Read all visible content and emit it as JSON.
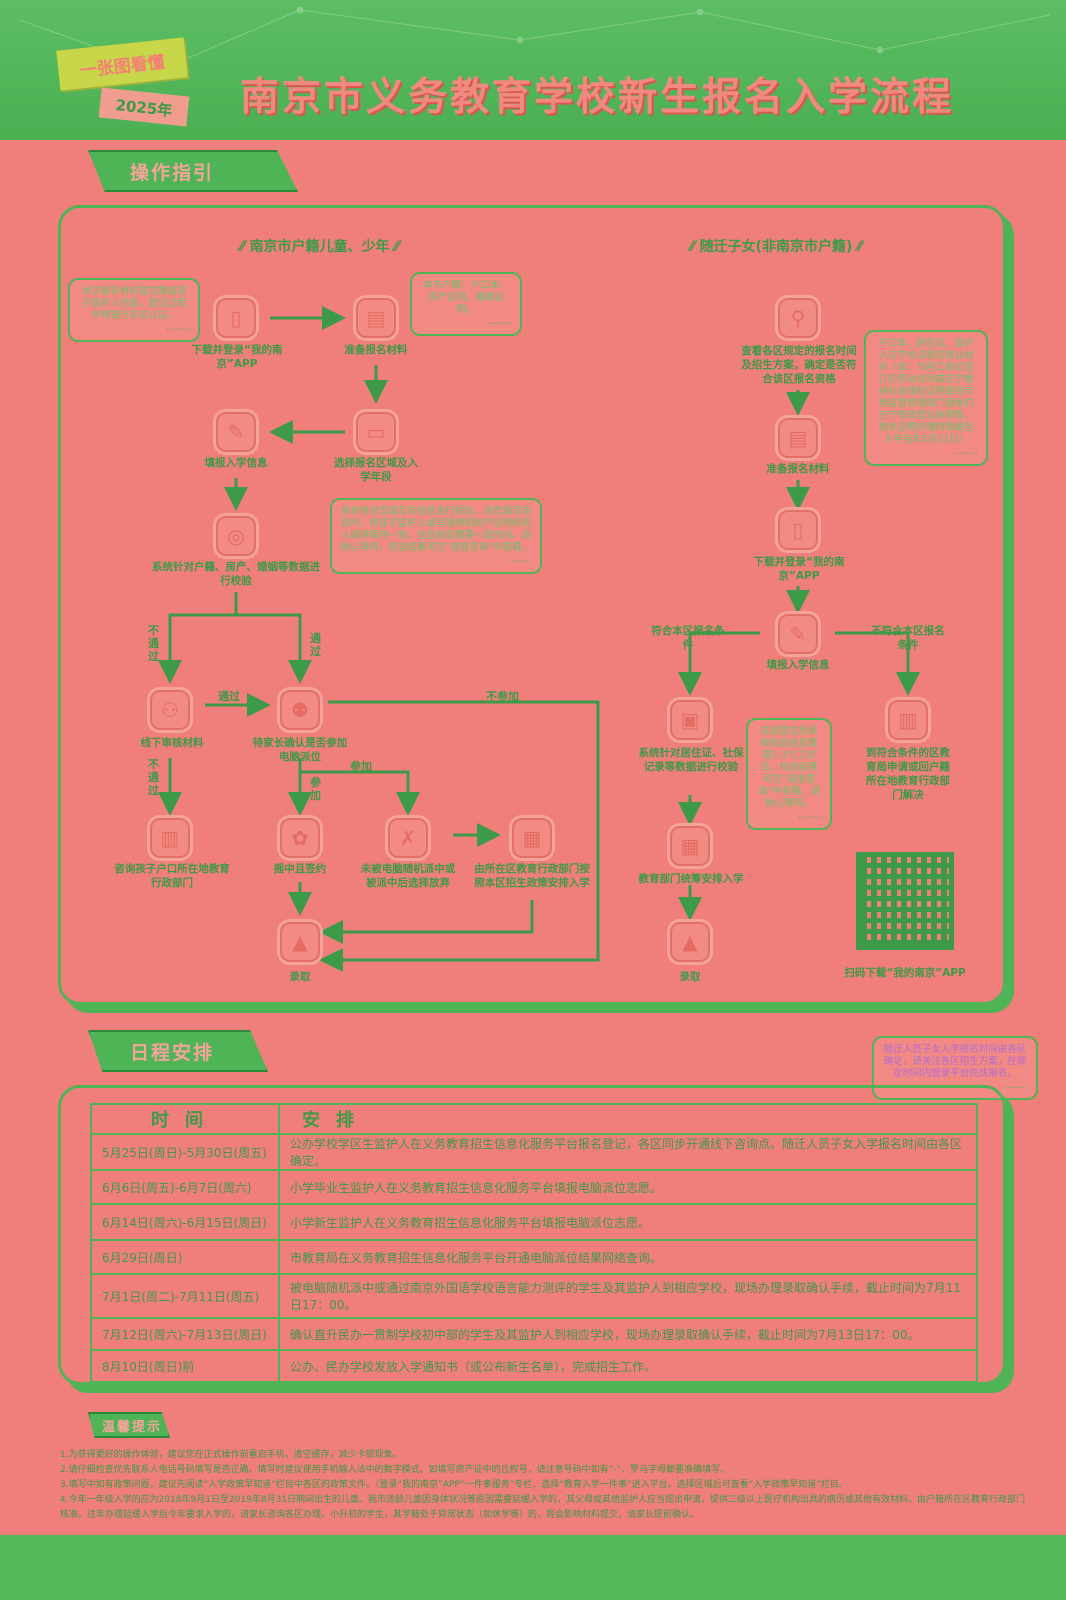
{
  "header": {
    "tag_main": "一张图看懂",
    "tag_year": "2025年",
    "title": "南京市义务教育学校新生报名入学流程"
  },
  "section1": {
    "title": "操作指引"
  },
  "left": {
    "heading": "南京市户籍儿童、少年",
    "note1": "本次报名材料提交需由孩子监护人完成，登记过程中将进行实名认证。",
    "note2": "本市户籍：户口本、房产证明、婚姻证明。",
    "note3": "系统将对您填写的信息进行校验，请您填写信息时，将孩子监护人填写顺序和房产证明权利人顺序保持一致。信息校验需要一段时间，请耐心等待，校验结果可在“进度查询”中查看。",
    "step_download": "下载并登录“我的南京”APP",
    "step_prepare": "准备报名材料",
    "step_select": "选择报名区域及入学年段",
    "step_fill": "填报入学信息",
    "step_verify": "系统针对户籍、房产、婚姻等数据进行校验",
    "not_pass": "不通过",
    "pass": "通过",
    "step_offline": "线下审核材料",
    "pass2": "通过",
    "step_wait": "待家长确认是否参加电脑派位",
    "not_join": "不参加",
    "join": "参加",
    "join2": "参加",
    "not_pass2": "不通过",
    "step_consult": "咨询孩子户口所在地教育行政部门",
    "step_lottery": "摇中且签约",
    "step_not_selected": "未被电脑随机派中或被派中后选择放弃",
    "step_district": "由所在区教育行政部门按照本区招生政策安排入学",
    "step_admit": "录取"
  },
  "right": {
    "heading": "随迁子女(非南京市户籍)",
    "step_check": "查看各区规定的报名时间及招生方案，确定是否符合该区报名资格",
    "note1": "户口本、居住证、监护人在宁合法稳定就业材料（如：与用工单位签订的劳动合同或在宁缴纳社会保险证明或经市场监督管理部门颁发的在宁有效营业执照等，相关证照办理时限截至入学当年5月31日）",
    "step_prepare": "准备报名材料",
    "step_download": "下载并登录“我的南京”APP",
    "step_fill": "填报入学信息",
    "cond_yes": "符合本区报名条件",
    "cond_no": "不符合本区报名条件",
    "step_verify": "系统针对居住证、社保记录等数据进行校验",
    "note2": "信息提交后系统校验信息需要1-3个工作日，校验结果可在“进度查询”中查看，请耐心等待。",
    "step_apply": "到符合条件的区教育局申请或回户籍所在地教育行政部门解决",
    "step_arrange": "教育部门统筹安排入学",
    "step_admit": "录取",
    "qr_label": "扫码下载“我的南京”APP"
  },
  "section2": {
    "title": "日程安排",
    "note": "随迁人员子女入学报名时间由各区确定，请关注各区招生方案，在规定时间内登录平台完成报名。"
  },
  "schedule": {
    "head_time": "时间",
    "head_arrange": "安排",
    "rows": [
      {
        "time": "5月25日(周日)-5月30日(周五)",
        "text": "公办学校学区生监护人在义务教育招生信息化服务平台报名登记，各区同步开通线下咨询点。随迁人员子女入学报名时间由各区确定。"
      },
      {
        "time": "6月6日(周五)-6月7日(周六)",
        "text": "小学毕业生监护人在义务教育招生信息化服务平台填报电脑派位志愿。"
      },
      {
        "time": "6月14日(周六)-6月15日(周日)",
        "text": "小学新生监护人在义务教育招生信息化服务平台填报电脑派位志愿。"
      },
      {
        "time": "6月29日(周日)",
        "text": "市教育局在义务教育招生信息化服务平台开通电脑派位结果网络查询。"
      },
      {
        "time": "7月1日(周二)-7月11日(周五)",
        "text": "被电脑随机派中或通过南京外国语学校语言能力测评的学生及其监护人到相应学校，现场办理录取确认手续，截止时间为7月11日17：00。"
      },
      {
        "time": "7月12日(周六)-7月13日(周日)",
        "text": "确认直升民办一贯制学校初中部的学生及其监护人到相应学校，现场办理录取确认手续，截止时间为7月13日17：00。"
      },
      {
        "time": "8月10日(周日)前",
        "text": "公办、民办学校发放入学通知书（或公布新生名单），完成招生工作。"
      }
    ]
  },
  "tips": {
    "title": "温馨提示",
    "items": [
      "1.为获得更好的操作体验，建议您在正式操作前重启手机，清空缓存，减少卡顿现象。",
      "2.请仔细检查优先联系人电话号码填写是否正确。填写时建议使用手机输入法中的数字模式。如填写房产证中的丘权号，请注意号码中如有“-”、罗马字母都要准确填写。",
      "3.填写中如有政策问题，建议先阅读“入学政策早知道”栏目中各区的政策文件。（登录“我的南京”APP“一件事服务”专栏，选择“教育入学一件事”进入平台。选择区域后可查看“入学政策早知道”栏目。",
      "4.今年一年级入学的应为2018年9月1日至2019年8月31日期间出生的儿童。我市适龄儿童因身体状况等原因需要延缓入学的，其父母或其他监护人应当提出申请，提供二级以上医疗机构出具的病历或其他有效材料，由户籍所在区教育行政部门核准。往年办理延缓入学后今年要求入学的，请家长咨询各区办理。小升初的学生，其学籍处于异常状态（如休学等）的，将会影响材料提交，请家长提前确认。"
    ]
  }
}
